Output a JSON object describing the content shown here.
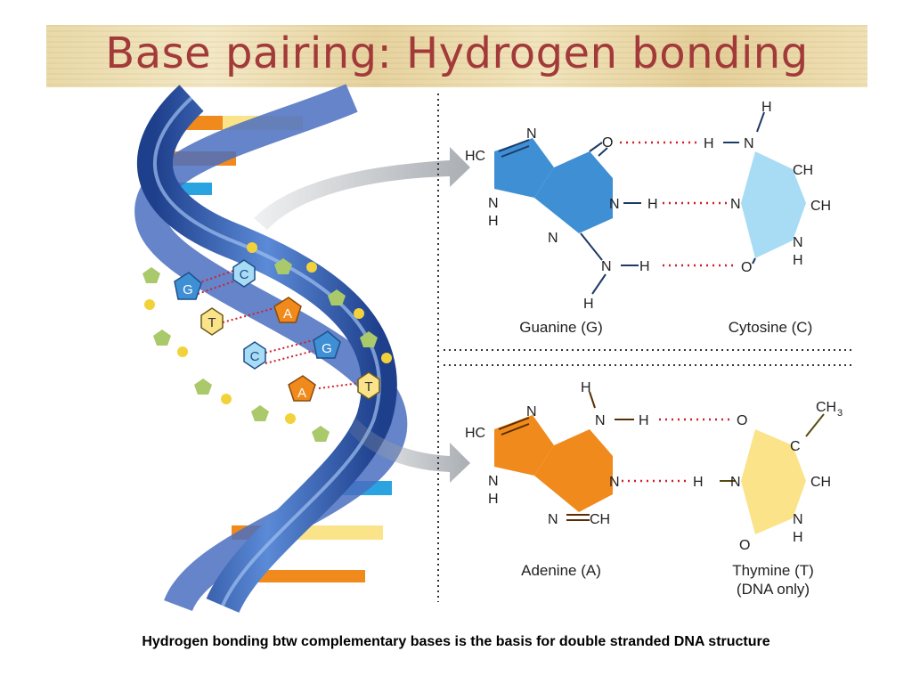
{
  "slide": {
    "title": "Base pairing: Hydrogen bonding",
    "caption": "Hydrogen bonding btw complementary bases is the basis for double stranded DNA structure"
  },
  "helix": {
    "base_labels": [
      "G",
      "C",
      "T",
      "A",
      "C",
      "G",
      "A",
      "T"
    ]
  },
  "gc_pair": {
    "guanine": {
      "name": "Guanine (G)",
      "atoms": {
        "hc": "HC",
        "n_top": "N",
        "n_left": "N",
        "h_left": "H",
        "n_bottom": "N",
        "o": "O",
        "n1": "N",
        "h1": "H",
        "n_amine": "N",
        "h_amine": "H",
        "h_amine_down": "H"
      }
    },
    "cytosine": {
      "name": "Cytosine (C)",
      "atoms": {
        "h_top": "H",
        "n_top": "N",
        "h_nt": "H",
        "ch_top": "CH",
        "n3": "N",
        "ch_right": "CH",
        "n_right": "N",
        "h_right": "H",
        "o": "O"
      }
    }
  },
  "at_pair": {
    "adenine": {
      "name": "Adenine (A)",
      "atoms": {
        "h_top": "H",
        "n_amine": "N",
        "h_amine": "H",
        "hc": "HC",
        "n_top": "N",
        "n_left": "N",
        "h_left": "H",
        "n_bottom": "N",
        "ch": "CH",
        "n1": "N"
      }
    },
    "thymine": {
      "name": "Thymine (T)",
      "note": "(DNA only)",
      "atoms": {
        "ch3": "CH",
        "ch3_sub": "3",
        "o_top": "O",
        "c": "C",
        "h_n3": "H",
        "n3": "N",
        "ch_right": "CH",
        "n_right": "N",
        "h_right": "H",
        "o_bottom": "O"
      }
    }
  },
  "colors": {
    "title_text": "#a33a3a",
    "guanine_fill": "#3f8fd4",
    "cytosine_fill": "#a8dcf5",
    "adenine_fill": "#f08a1c",
    "thymine_fill": "#fbe38a",
    "hbond": "#d0202a",
    "backbone": "#2f5fb0"
  }
}
